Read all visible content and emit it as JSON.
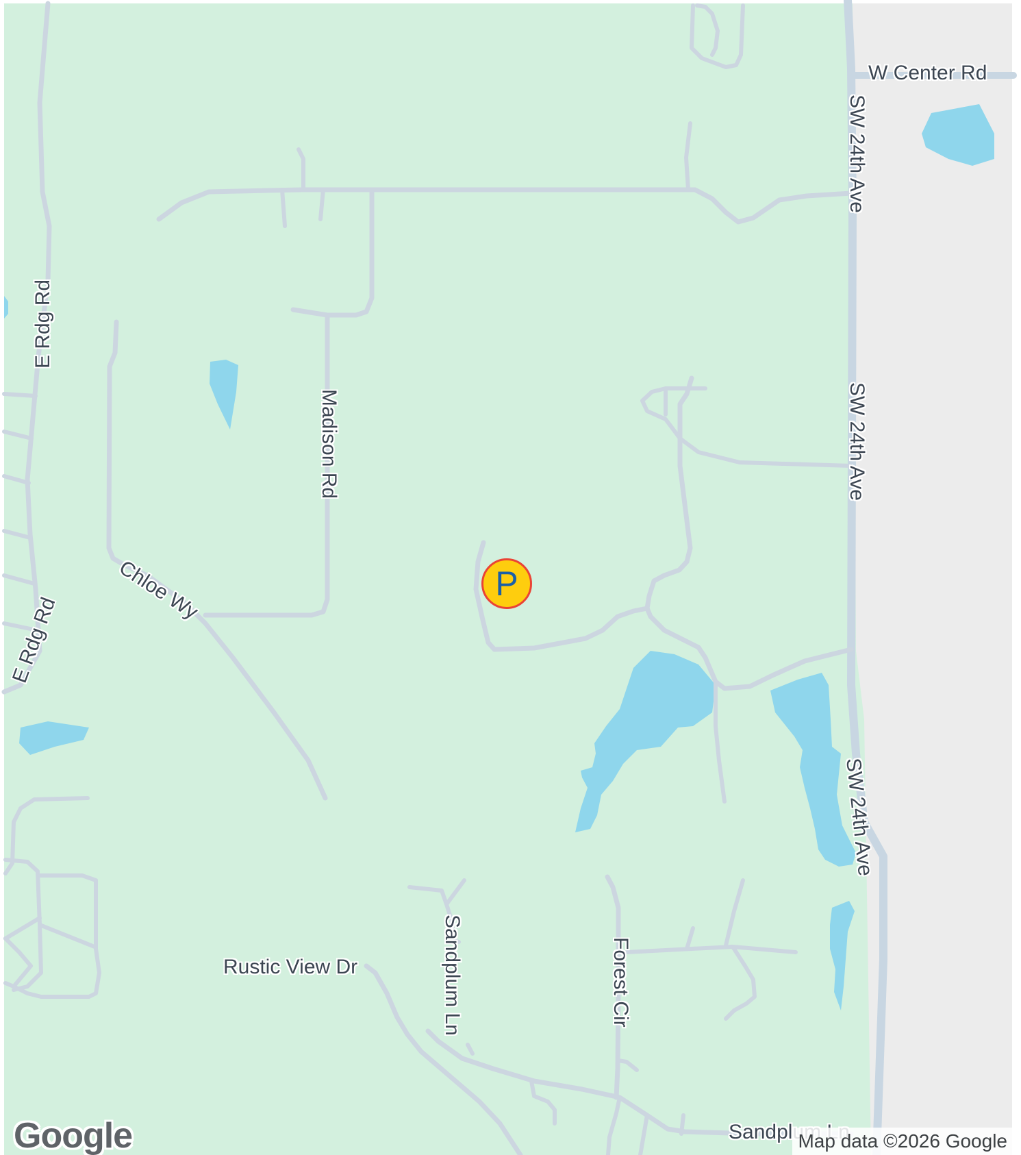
{
  "map": {
    "colors": {
      "land": "#d3f0de",
      "urban": "#ececec",
      "water": "#8fd6ec",
      "road": "#ccd6e0",
      "marker_fill": "#fecd0e",
      "marker_border": "#ea4335",
      "marker_text": "#1a5fa8"
    },
    "streets": {
      "w_center_rd": "W Center Rd",
      "sw_24th_ave_1": "SW 24th Ave",
      "sw_24th_ave_2": "SW 24th Ave",
      "sw_24th_ave_3": "SW 24th Ave",
      "e_rdg_rd_1": "E Rdg Rd",
      "e_rdg_rd_2": "E Rdg Rd",
      "madison_rd": "Madison Rd",
      "chloe_wy": "Chloe Wy",
      "rustic_view_dr": "Rustic View Dr",
      "sandplum_ln_1": "Sandplum Ln",
      "sandplum_ln_2": "Sandplum Ln",
      "forest_cir": "Forest Cir"
    },
    "marker": {
      "icon": "parking-icon",
      "label": "P"
    },
    "logo": "Google",
    "attribution": "Map data ©2026 Google"
  }
}
